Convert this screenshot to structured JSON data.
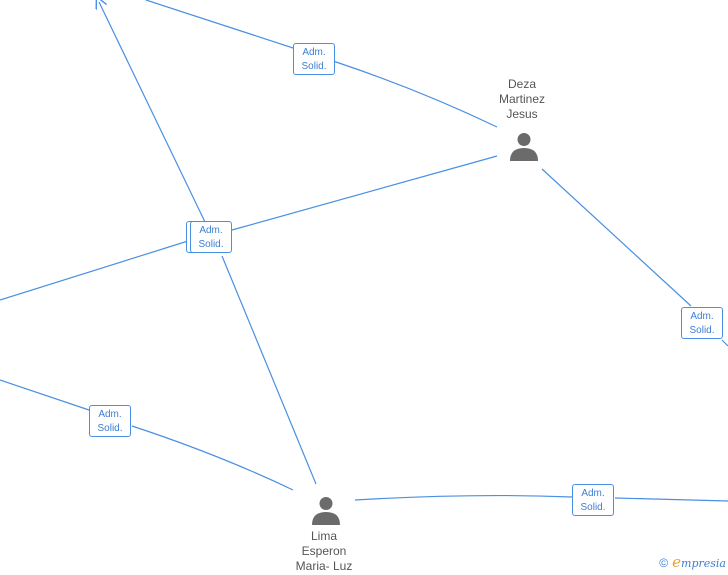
{
  "persons": [
    {
      "id": "deza",
      "lines": [
        "Deza",
        "Martinez",
        "Jesus"
      ]
    },
    {
      "id": "lima",
      "lines": [
        "Lima",
        "Esperon",
        "Maria- Luz"
      ]
    }
  ],
  "roles": [
    {
      "id": "top",
      "line1": "Adm.",
      "line2": "Solid."
    },
    {
      "id": "center",
      "line1": "Adm.",
      "line2": "Solid."
    },
    {
      "id": "right",
      "line1": "Adm.",
      "line2": "Solid."
    },
    {
      "id": "left",
      "line1": "Adm.",
      "line2": "Solid."
    },
    {
      "id": "bottom",
      "line1": "Adm.",
      "line2": "Solid."
    }
  ],
  "brand": {
    "copyright": "©",
    "e": "e",
    "rest": "mpresia"
  },
  "colors": {
    "edge": "#4a90e2",
    "node_text": "#555555",
    "label_text": "#3b7fd4"
  }
}
